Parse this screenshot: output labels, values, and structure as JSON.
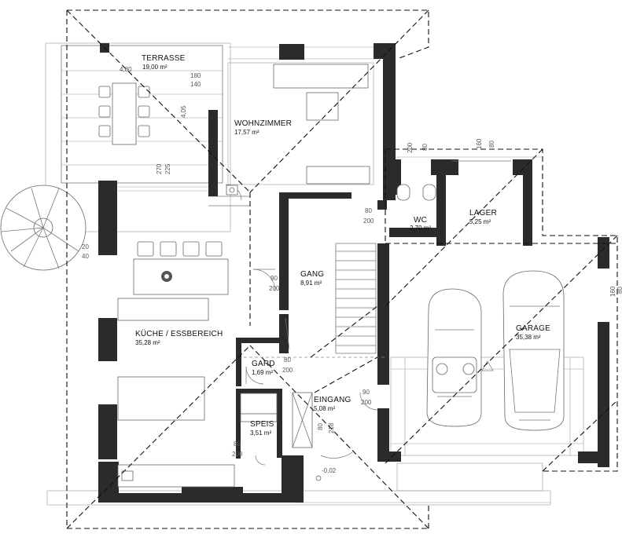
{
  "rooms": {
    "terrasse": {
      "name": "TERRASSE",
      "area": "19,00 m²"
    },
    "wohnzimmer": {
      "name": "WOHNZIMMER",
      "area": "17,57 m²"
    },
    "wc": {
      "name": "WC",
      "area": "2,70 m²"
    },
    "lager": {
      "name": "LAGER",
      "area": "5,25 m²"
    },
    "gang": {
      "name": "GANG",
      "area": "8,91 m²"
    },
    "kueche": {
      "name": "KÜCHE / ESSBEREICH",
      "area": "35,28 m²"
    },
    "garage": {
      "name": "GARAGE",
      "area": "35,38 m²"
    },
    "gard": {
      "name": "GARD",
      "area": "1,69 m²"
    },
    "eingang": {
      "name": "EINGANG",
      "area": "5,08 m²"
    },
    "speis": {
      "name": "SPEIS",
      "area": "3,51 m²"
    }
  },
  "dimensions": {
    "terrace_480": "4,80",
    "terrace_180": "180",
    "terrace_140": "140",
    "terrace_405": "4,05",
    "terrace_270": "270",
    "terrace_225": "225",
    "wc_200a": "200",
    "wc_80a": "80",
    "lager_160": "160",
    "lager_80": "80",
    "wc_door_80": "80",
    "wc_door_200": "200",
    "stair_20": "20",
    "stair_40": "40",
    "gang_door_90": "90",
    "gang_door_200": "200",
    "gard_door_80": "80",
    "gard_door_200": "200",
    "eingang_90": "90",
    "eingang_200": "200",
    "speis_door_80": "80",
    "speis_door_200": "200",
    "eingang_80": "80",
    "eingang_218": "218",
    "level": "-0,02",
    "garage_160": "160",
    "garage_80": "80"
  }
}
